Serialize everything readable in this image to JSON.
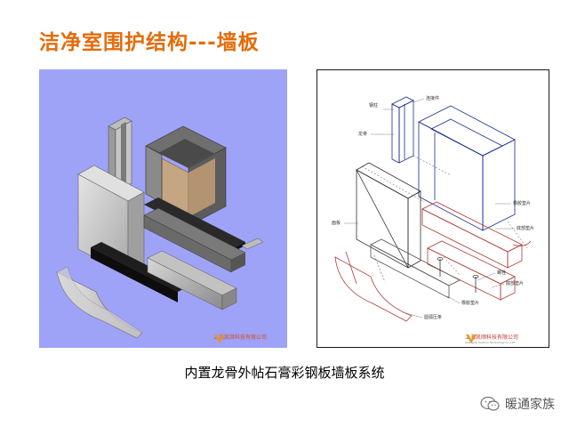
{
  "slide": {
    "title": "洁净室围护结构---墙板",
    "caption": "内置龙骨外帖石膏彩钢板墙板系统"
  },
  "left_figure": {
    "background": "#9ea3f7",
    "logo_text": "上海凯顺科技有限公司"
  },
  "right_figure": {
    "logo_text": "上海凯顺科技有限公司",
    "logo_sub": "Shanghai Kaishun Technology Co.,Ltd",
    "labels": {
      "steel_column": "钢柱",
      "connector": "连接件",
      "keel": "龙骨",
      "panel": "面板",
      "rubber_strip": "橡胶垫片",
      "base_clip": "底部垫片",
      "bolt": "螺栓",
      "arc_corner": "圆弧压条"
    }
  },
  "watermark": {
    "icon": "wechat-icon",
    "text": "暖通家族"
  },
  "colors": {
    "title": "#e36c0a",
    "outline_blue": "#1b2a8c",
    "outline_red": "#b03a3a"
  }
}
